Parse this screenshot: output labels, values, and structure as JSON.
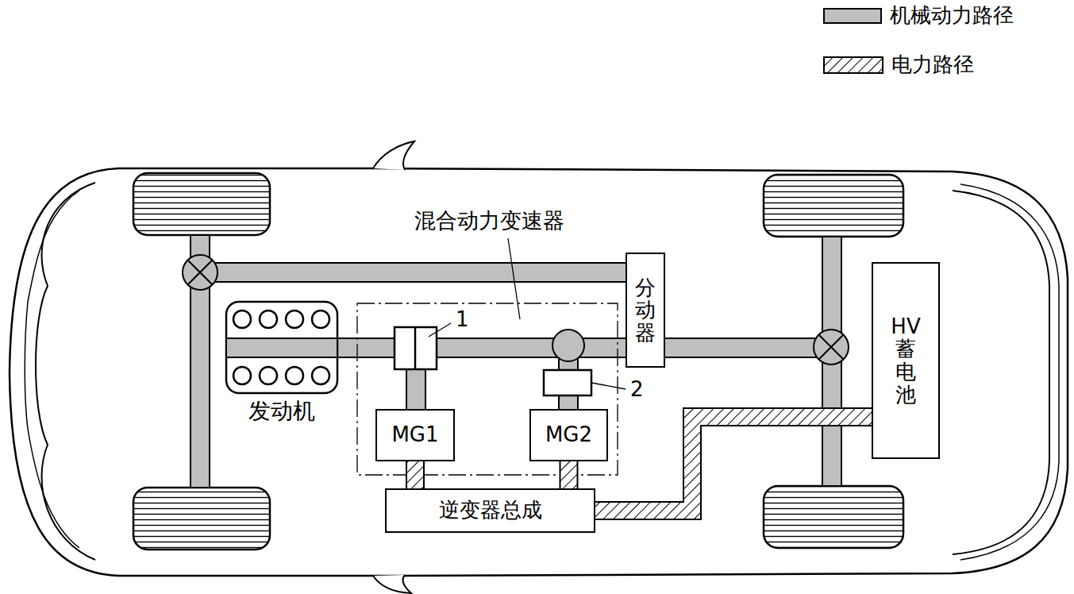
{
  "diagram": {
    "nodes": [
      {
        "text": [
          "混合动力变速器"
        ]
      },
      {
        "text": [
          "MG1"
        ],
        "in": 0
      },
      {
        "text": [
          "MG2"
        ],
        "in": 0
      },
      {
        "text": [
          "发动机"
        ]
      },
      {
        "text": [
          "分动器"
        ]
      },
      {
        "text": [
          "逆变器总成"
        ]
      },
      {
        "text": [
          "HV蓄电池"
        ]
      }
    ],
    "edges": [
      {
        "from": 1,
        "to": 5,
        "arrow": "none"
      },
      {
        "from": 2,
        "to": 5,
        "arrow": "none"
      },
      {
        "from": 5,
        "to": 6,
        "arrow": "none"
      }
    ],
    "labels": [
      "1",
      "2"
    ],
    "legend": [
      {
        "text": "机械动力路径",
        "color": "#bfbfbf"
      },
      {
        "text": "电力路径"
      }
    ]
  }
}
